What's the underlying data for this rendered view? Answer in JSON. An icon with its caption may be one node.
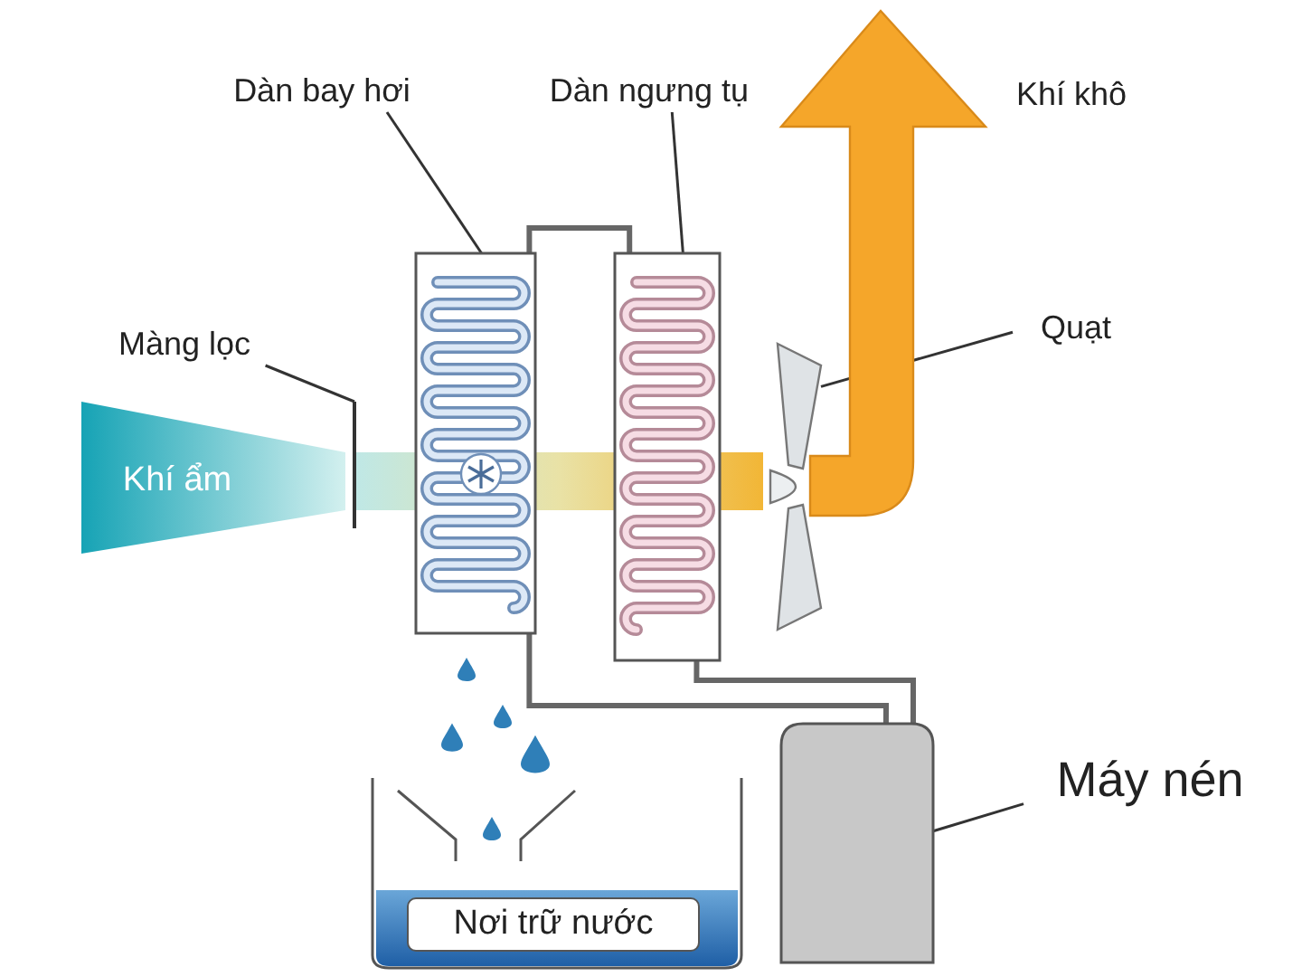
{
  "diagram": {
    "nodes": [
      {
        "text": [
          "Dàn bay hơi"
        ]
      },
      {
        "text": [
          "Dàn ngưng tụ"
        ]
      },
      {
        "text": [
          "Màng lọc"
        ]
      },
      {
        "text": [
          "Quạt"
        ]
      },
      {
        "text": [
          "Máy nén"
        ]
      },
      {
        "text": [
          "Khí ẩm"
        ]
      },
      {
        "text": [],
        "shape": "box"
      },
      {
        "text": [],
        "shape": "box"
      },
      {
        "text": [],
        "shape": "bar"
      },
      {
        "text": [],
        "shape": "picture"
      },
      {
        "text": [],
        "shape": "cylinder"
      },
      {
        "text": [
          "Nơi trữ nước"
        ]
      }
    ],
    "edges": [
      {
        "from": 0,
        "to": 6,
        "arrow": "none"
      },
      {
        "from": 1,
        "to": 7,
        "arrow": "none"
      },
      {
        "from": 2,
        "to": 8,
        "arrow": "none"
      },
      {
        "from": 3,
        "to": 9,
        "arrow": "none"
      },
      {
        "from": 4,
        "to": 10,
        "arrow": "none"
      },
      {
        "from": 6,
        "to": 7,
        "arrow": "none",
        "style": "thick"
      },
      {
        "from": 6,
        "to": 10,
        "arrow": "none",
        "style": "thick"
      },
      {
        "from": 7,
        "to": 10,
        "arrow": "none",
        "style": "thick"
      }
    ],
    "labels": [
      "Khí khô"
    ]
  }
}
